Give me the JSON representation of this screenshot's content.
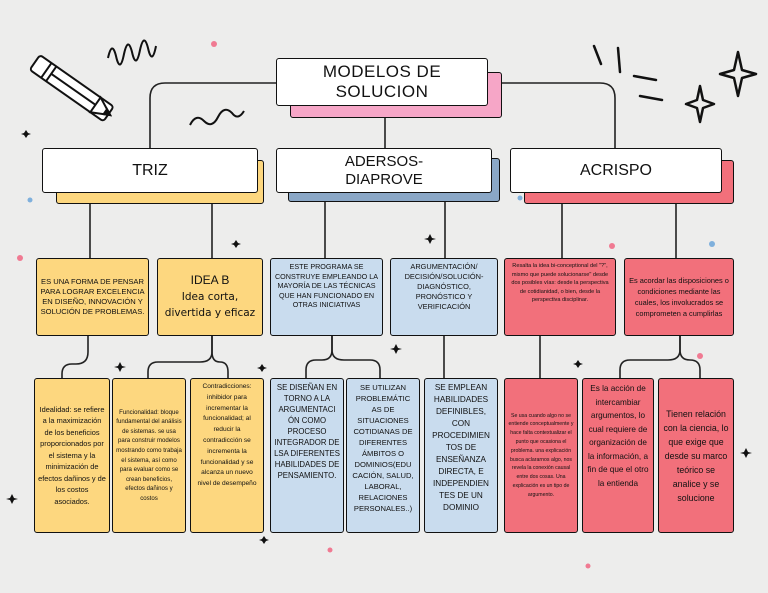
{
  "title": {
    "line1": "MODELOS DE",
    "line2": "SOLUCION"
  },
  "branches": [
    {
      "label": "TRIZ"
    },
    {
      "label": "ADERSOS-\nDIAPROVE"
    },
    {
      "label": "ACRISPO"
    }
  ],
  "level2": {
    "triz_def": "ES UNA FORMA DE PENSAR PARA LOGRAR EXCELENCIA EN DISEÑO, INNOVACIÓN Y SOLUCIÓN DE PROBLEMAS.",
    "idea_b_title": "IDEA B",
    "idea_b_text": "Idea corta, divertida y eficaz",
    "adersos_def": "ESTE PROGRAMA SE CONSTRUYE EMPLEANDO LA MAYORÍA DE LAS TÉCNICAS QUE HAN FUNCIONADO EN OTRAS INICIATIVAS",
    "adersos_acronym": "ARGUMENTACIÓN/ DECISIÓN/SOLUCIÓN- DIAGNÓSTICO, PRONÓSTICO Y VERIFICACIÓN",
    "acrispo_def1": "Resalta la idea bi-conceptional del \"?\", mismo que puede solucionarse\" desde dos posibles vías: desde la perspectiva de cotidianidad, o bien, desde la perspectiva disciplinar.",
    "acrispo_def2": "Es acordar las disposiciones o condiciones mediante las cuales, los involucrados se comprometen a cumplirlas"
  },
  "level3": {
    "idealidad": "Idealidad: se refiere a la maximización de los beneficios proporcionados por el sistema y la minimización de efectos dañinos y de los costos asociados.",
    "funcionalidad": "Funcionalidad: bloque fundamental del análisis de sistemas. se usa para construir modelos mostrando como trabaja el sistema, así como para evaluar como se crean beneficios, efectos dañinos y costos",
    "contradicciones": "Contradicciones: inhibidor para incrementar la funcionalidad; al reducir la contradicción se incrementa la funcionalidad y se alcanza un nuevo nivel de desempeño",
    "disenan": "SE DISEÑAN EN TORNO A LA ARGUMENTACI ÓN COMO PROCESO INTEGRADOR DE LSA DIFERENTES HABILIDADES DE PENSAMIENTO.",
    "utilizan": "SE UTILIZAN PROBLEMÁTIC AS DE SITUACIONES COTIDIANAS DE DIFERENTES ÁMBITOS O DOMINIOS(EDU CACIÓN, SALUD, LABORAL, RELACIONES PERSONALES..)",
    "emplean": "SE EMPLEAN HABILIDADES DEFINIBLES, CON PROCEDIMIEN TOS DE ENSEÑANZA DIRECTA, E INDEPENDIEN TES DE UN DOMINIO",
    "cuando": "Se usa cuando algo no se entiende conceptualmente y hace falta contextualizar el punto que ocasiona el problema. una explicación busca aclararnos algo, nos revela la conexión causal entre dos cosas. Una explicación es un tipo de argumento.",
    "accion": "Es la acción de intercambiar argumentos, lo cual requiere de organización de la información, a fin de que el otro la entienda",
    "tienen": "Tienen relación con la ciencia, lo que exige que desde su marco teórico se analice y se solucione"
  },
  "colors": {
    "yellow": "#fdd77f",
    "blue": "#c9dcee",
    "red": "#f2707b",
    "pink": "#f6a6c7",
    "background": "#ededec"
  },
  "icons": [
    "pencil-icon",
    "squiggle-icon",
    "sparkle-icon",
    "star-icon"
  ]
}
